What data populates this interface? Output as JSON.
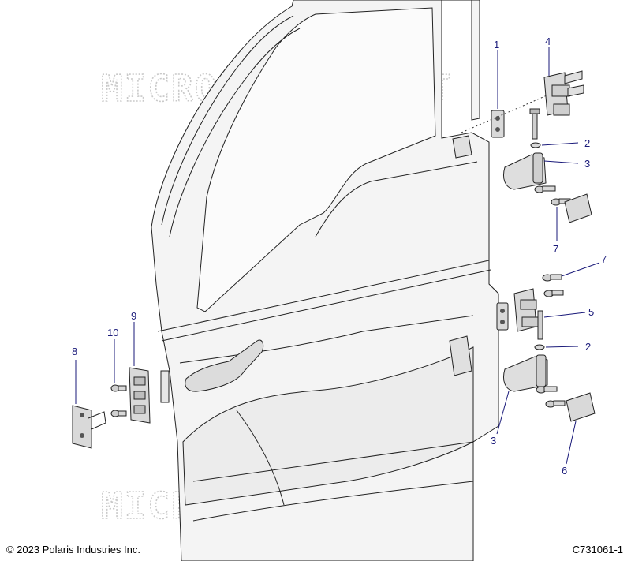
{
  "watermark": "MICROFICHES.NET",
  "copyright": "© 2023 Polaris Industries Inc.",
  "figure_id": "C731061-1",
  "callouts": {
    "c1": "1",
    "c4": "4",
    "c2a": "2",
    "c3a": "3",
    "c7a": "7",
    "c7b": "7",
    "c5": "5",
    "c2b": "2",
    "c3b": "3",
    "c6": "6",
    "c9": "9",
    "c10": "10",
    "c8": "8"
  },
  "colors": {
    "callout": "#1a1a7a",
    "line": "#222222",
    "part_fill": "#d9d9d9",
    "door_fill": "#f4f4f4"
  }
}
